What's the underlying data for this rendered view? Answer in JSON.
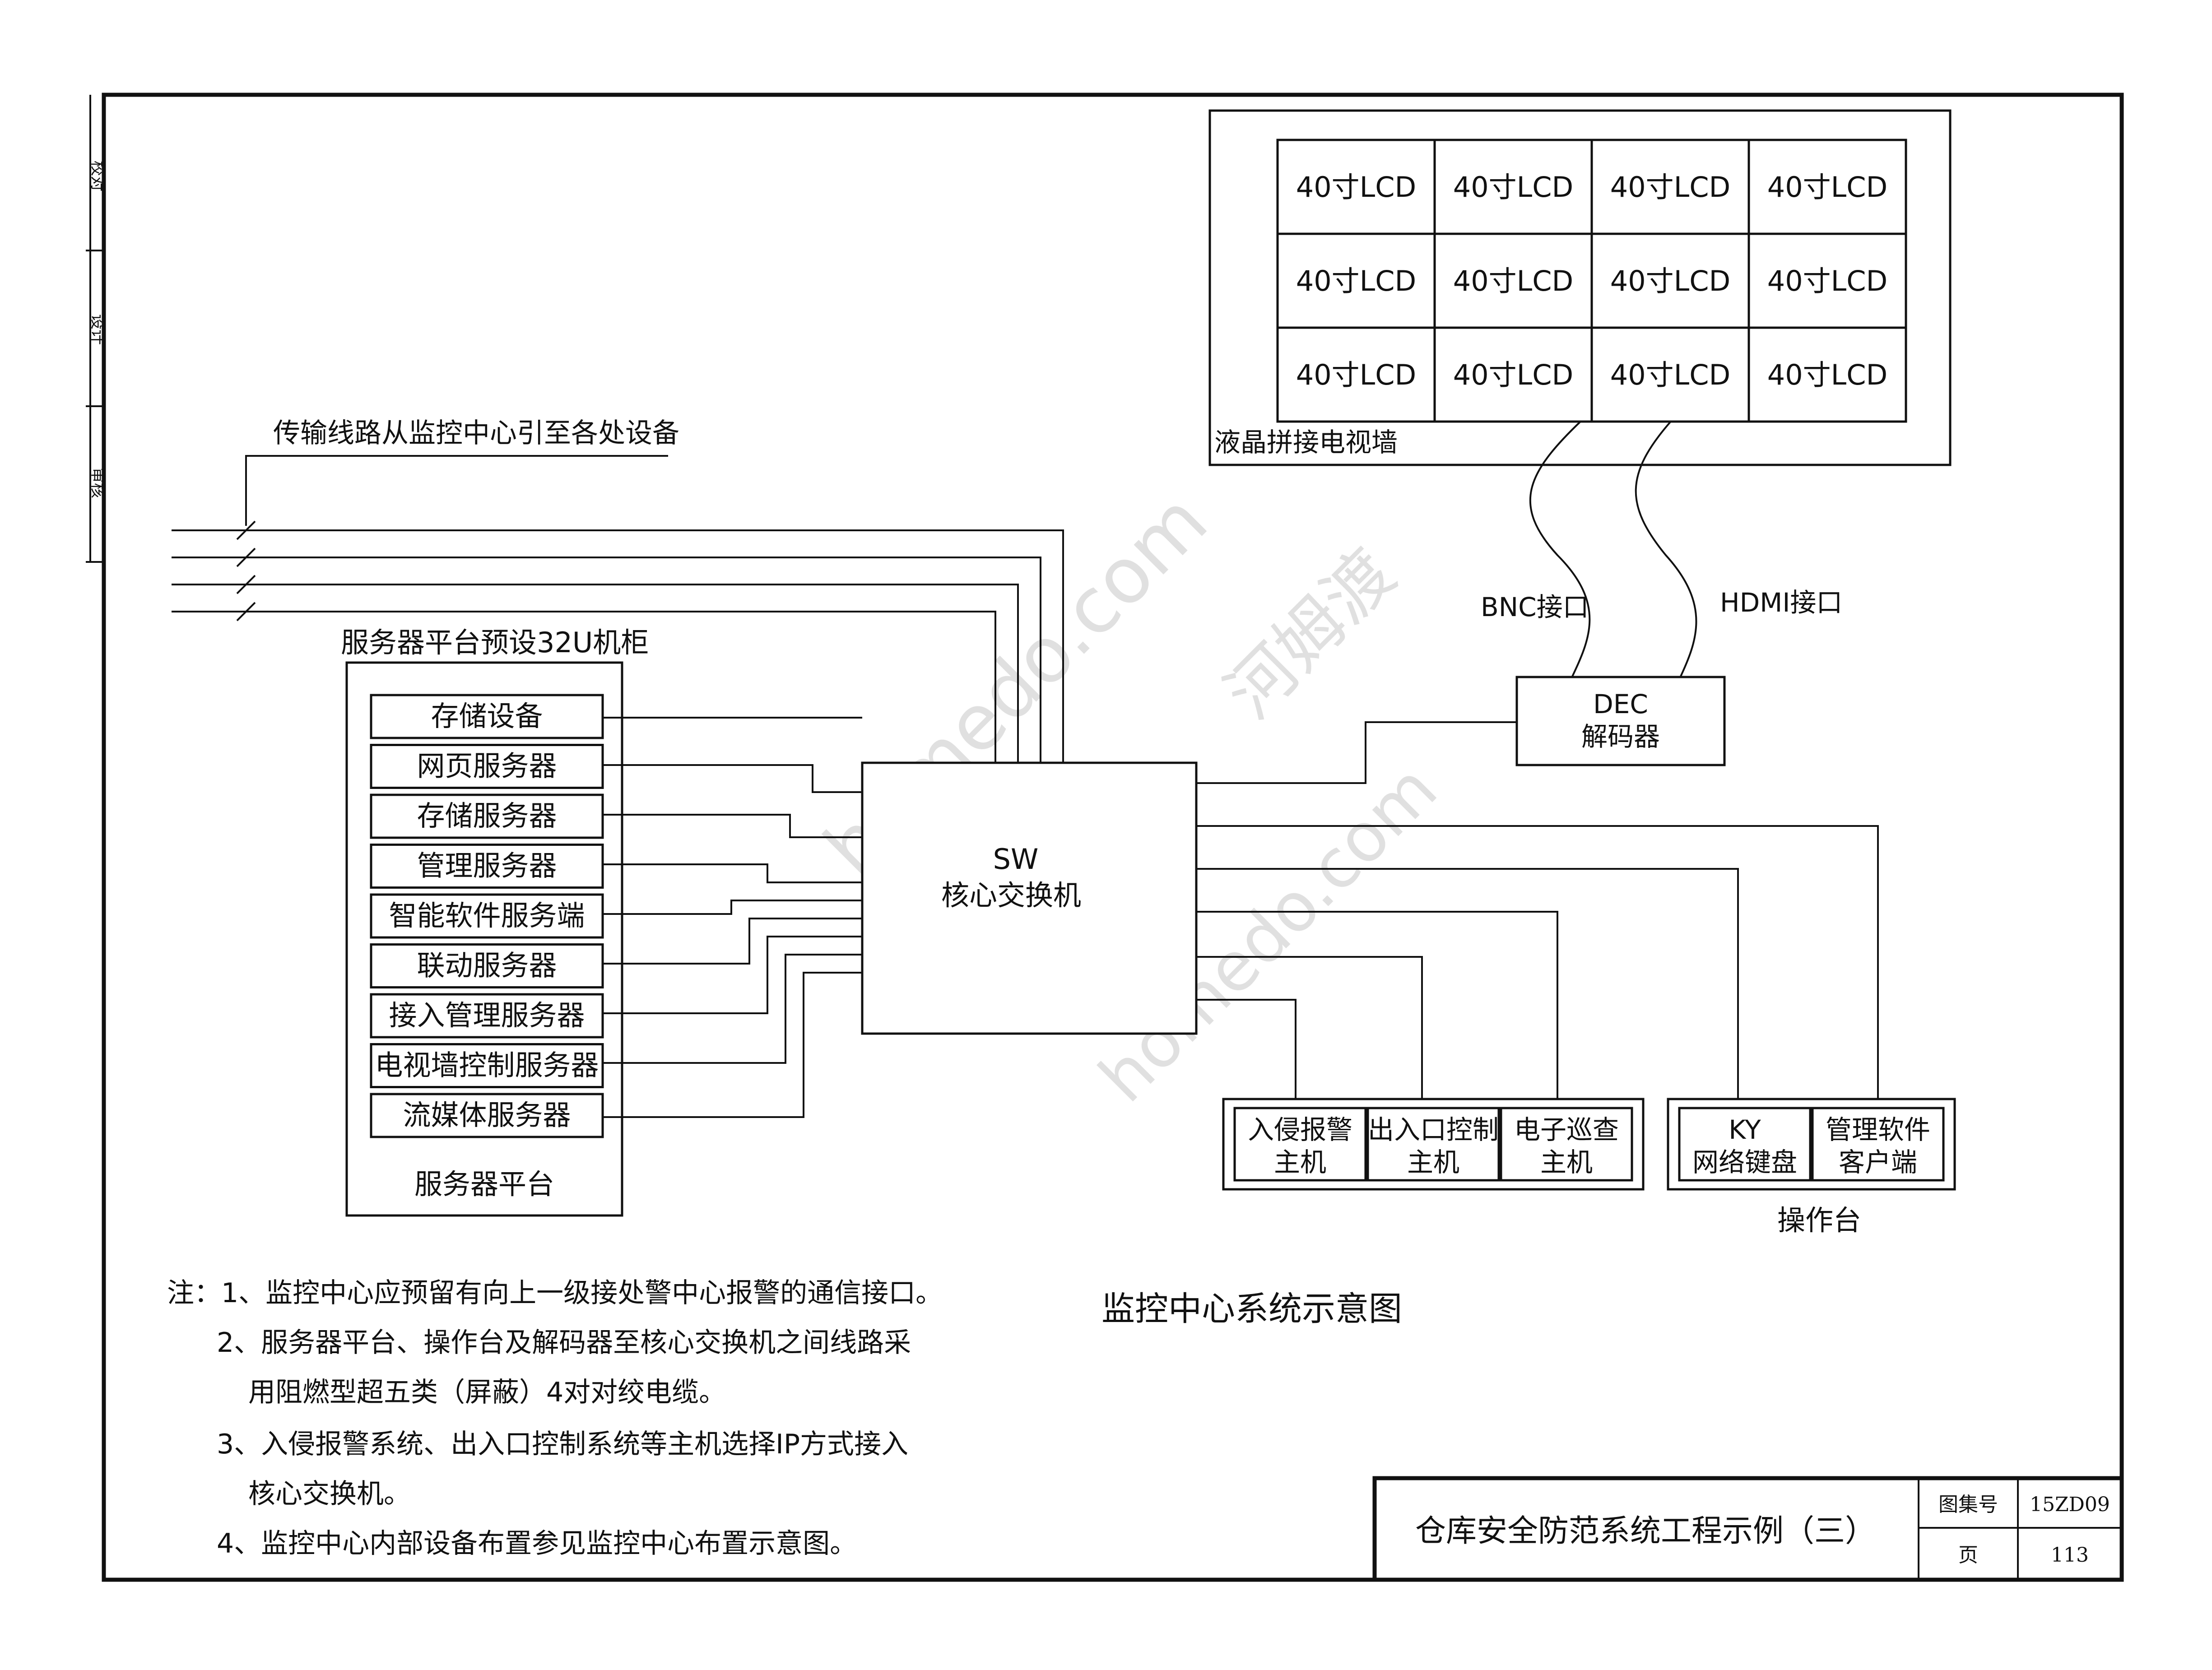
{
  "margin_marks": [
    "校对",
    "设计",
    "审核"
  ],
  "lcd_wall": {
    "label": "液晶拼接电视墙",
    "screen_label": "40寸LCD",
    "rows": 3,
    "cols": 4
  },
  "interfaces": {
    "bnc": "BNC接口",
    "hdmi": "HDMI接口"
  },
  "decoder": {
    "line1": "DEC",
    "line2": "解码器"
  },
  "transmission": {
    "label": "传输线路从监控中心引至各处设备"
  },
  "cabinet": {
    "title": "服务器平台预设32U机柜",
    "footer": "服务器平台",
    "items": [
      "存储设备",
      "网页服务器",
      "存储服务器",
      "管理服务器",
      "智能软件服务端",
      "联动服务器",
      "接入管理服务器",
      "电视墙控制服务器",
      "流媒体服务器"
    ]
  },
  "switch": {
    "line1": "SW",
    "line2": "核心交换机"
  },
  "hosts": [
    {
      "line1": "入侵报警",
      "line2": "主机"
    },
    {
      "line1": "出入口控制",
      "line2": "主机"
    },
    {
      "line1": "电子巡查",
      "line2": "主机"
    }
  ],
  "console": {
    "items": [
      {
        "line1": "KY",
        "line2": "网络键盘"
      },
      {
        "line1": "管理软件",
        "line2": "客户端"
      }
    ],
    "label": "操作台"
  },
  "diagram_title": "监控中心系统示意图",
  "notes": [
    "注：1、监控中心应预留有向上一级接处警中心报警的通信接口。",
    "2、服务器平台、操作台及解码器至核心交换机之间线路采",
    "用阻燃型超五类（屏蔽）4对对绞电缆。",
    "3、入侵报警系统、出入口控制系统等主机选择IP方式接入",
    "核心交换机。",
    "4、监控中心内部设备布置参见监控中心布置示意图。"
  ],
  "watermark": {
    "text1": "homedo.com",
    "text2": "河姆渡"
  },
  "title_block": {
    "title": "仓库安全防范系统工程示例（三）",
    "atlas_label": "图集号",
    "atlas_no": "15ZD09",
    "page_label": "页",
    "page_no": "113"
  }
}
